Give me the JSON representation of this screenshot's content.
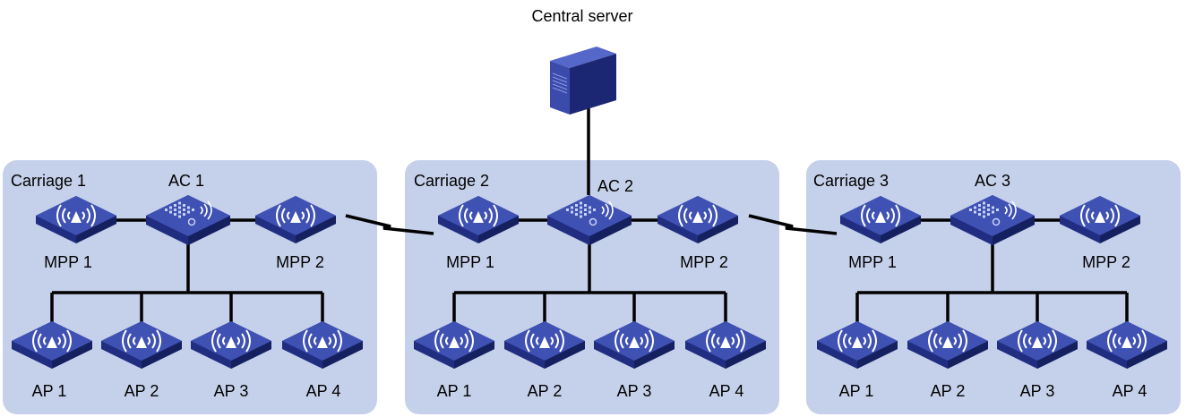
{
  "colors": {
    "carriage_bg": "#c5d0ea",
    "device_top": "#3f51b3",
    "device_side": "#212d80",
    "device_dark": "#15205e",
    "line": "#000000"
  },
  "server": {
    "label": "Central server",
    "icon": "server-tower-icon"
  },
  "carriages": [
    {
      "title": "Carriage 1",
      "ac": "AC 1",
      "mpp_left": "MPP 1",
      "mpp_right": "MPP 2",
      "aps": [
        "AP 1",
        "AP 2",
        "AP 3",
        "AP 4"
      ]
    },
    {
      "title": "Carriage 2",
      "ac": "AC 2",
      "mpp_left": "MPP 1",
      "mpp_right": "MPP 2",
      "aps": [
        "AP 1",
        "AP 2",
        "AP 3",
        "AP 4"
      ]
    },
    {
      "title": "Carriage 3",
      "ac": "AC 3",
      "mpp_left": "MPP 1",
      "mpp_right": "MPP 2",
      "aps": [
        "AP 1",
        "AP 2",
        "AP 3",
        "AP 4"
      ]
    }
  ],
  "icons": {
    "access_point": "wireless-ap-icon",
    "controller": "access-controller-icon",
    "wireless_link": "lightning-link-icon"
  }
}
